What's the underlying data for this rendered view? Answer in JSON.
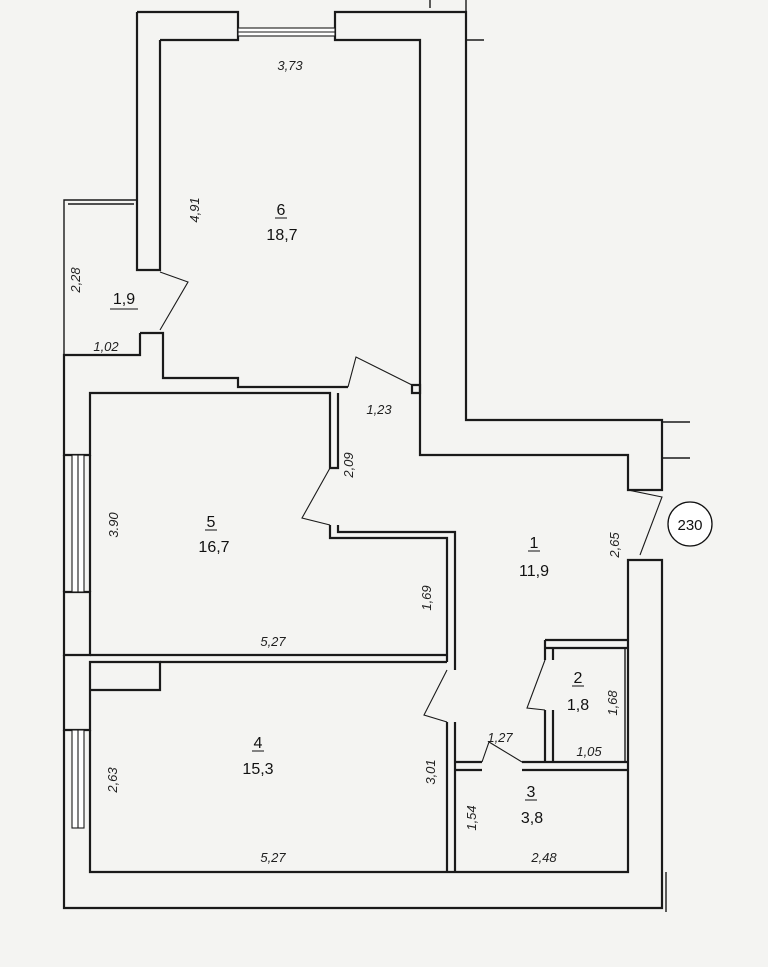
{
  "rooms": [
    {
      "number": "6",
      "area": "18,7"
    },
    {
      "number": "5",
      "area": "16,7"
    },
    {
      "number": "4",
      "area": "15,3"
    },
    {
      "number": "1",
      "area": "11,9"
    },
    {
      "number": "2",
      "area": "1,8"
    },
    {
      "number": "3",
      "area": "3,8"
    },
    {
      "number": "",
      "area": "1,9"
    }
  ],
  "dimensions": [
    "3,73",
    "4,91",
    "2,28",
    "1,02",
    "1,23",
    "2,09",
    "3.90",
    "5,27",
    "1,69",
    "2,63",
    "3,01",
    "1,54",
    "5,27",
    "1,27",
    "1,68",
    "1,05",
    "2,48",
    "2,65"
  ],
  "stamp": "230"
}
